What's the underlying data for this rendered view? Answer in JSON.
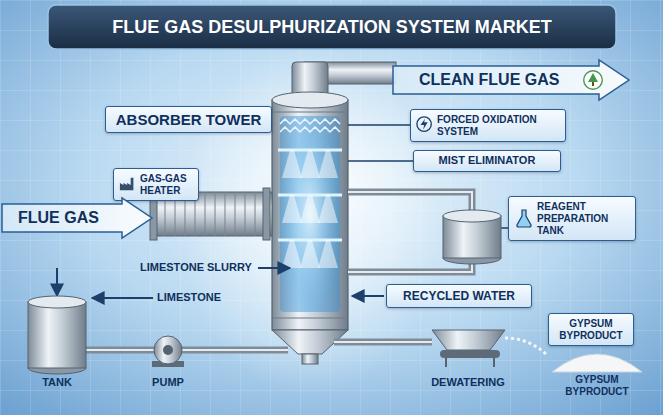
{
  "diagram": {
    "title": "FLUE GAS DESULPHURIZATION SYSTEM MARKET",
    "nodes": [
      {
        "text": [
          "CLEAN FLUE GAS"
        ]
      },
      {
        "text": [
          "ABSORBER TOWER"
        ]
      },
      {
        "text": [
          "FORCED OXIDATION SYSTEM"
        ]
      },
      {
        "text": [
          "MIST ELIMINATOR"
        ]
      },
      {
        "text": [
          "GAS-GAS HEATER"
        ]
      },
      {
        "text": [
          "FLUE GAS"
        ]
      },
      {
        "text": [
          "REAGENT PREPARATION TANK"
        ]
      },
      {
        "text": [
          "RECYCLED WATER"
        ]
      },
      {
        "text": [
          "GYPSUM BYPRODUCT"
        ]
      }
    ],
    "labels": [
      "LIMESTONE SLURRY",
      "LIMESTONE",
      "TANK",
      "PUMP",
      "DEWATERING",
      "GYPSUM BYPRODUCT"
    ]
  }
}
